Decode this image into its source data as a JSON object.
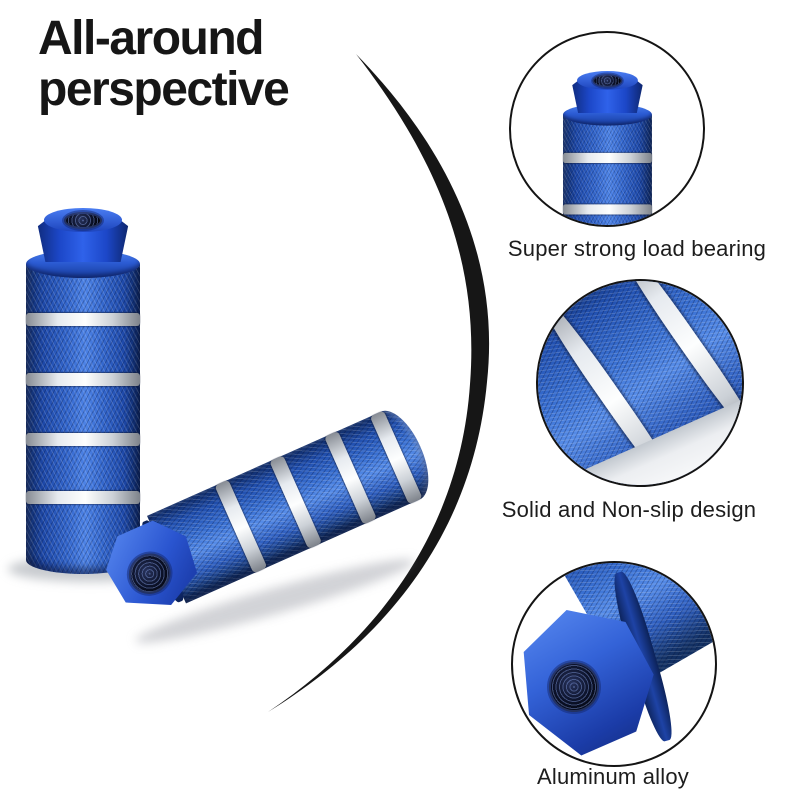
{
  "title": {
    "line1": "All-around",
    "line2": "perspective"
  },
  "callouts": [
    {
      "id": "top-view",
      "label": "Super strong load bearing"
    },
    {
      "id": "texture",
      "label": "Solid and Non-slip design"
    },
    {
      "id": "hex-end",
      "label": "Aluminum alloy"
    }
  ],
  "colors": {
    "peg_blue": "#3366cc",
    "peg_blue_bright": "#4d83e6",
    "peg_blue_dark": "#0d2760",
    "silver_ring": "#e6eaef",
    "swoosh": "#161616",
    "text": "#1d1d1d",
    "background": "#ffffff"
  }
}
